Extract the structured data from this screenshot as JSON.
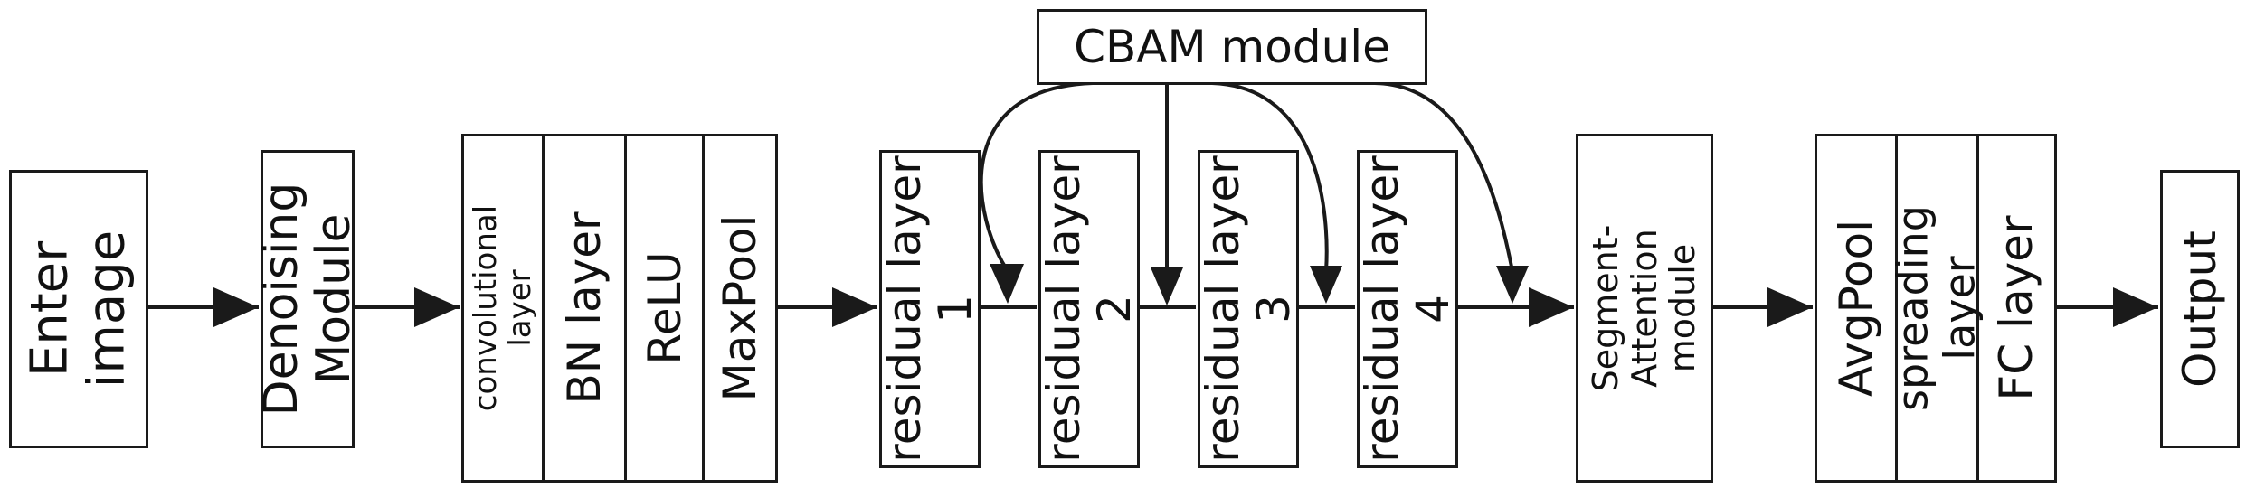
{
  "blocks": {
    "enter_image": "Enter\nimage",
    "denoising": "Denoising\nModule",
    "stem": {
      "conv": "convolutional\nlayer",
      "bn": "BN layer",
      "relu": "ReLU",
      "maxpool": "MaxPool"
    },
    "residual": [
      "residual layer\n1",
      "residual layer\n2",
      "residual layer\n3",
      "residual layer\n4"
    ],
    "cbam": "CBAM module",
    "segment_attention": "Segment-\nAttention\nmodule",
    "head": {
      "avgpool": "AvgPool",
      "spreading": "spreading\nlayer",
      "fc": "FC layer"
    },
    "output": "Output"
  },
  "colors": {
    "line": "#1a1a1a",
    "fill": "#ffffff"
  }
}
